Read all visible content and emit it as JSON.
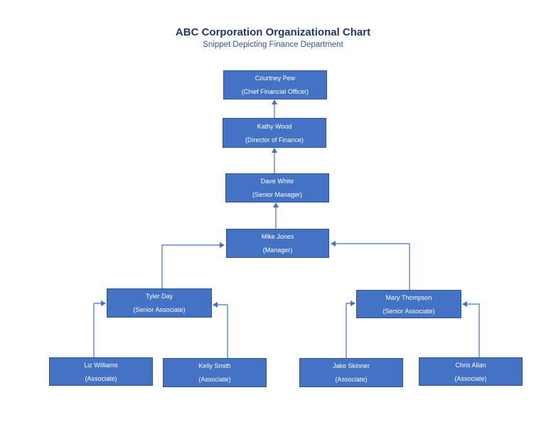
{
  "header": {
    "title": "ABC Corporation Organizational Chart",
    "subtitle": "Snippet Depicting Finance Department"
  },
  "colors": {
    "box_fill": "#4472c4",
    "box_border": "#2f528f",
    "connector": "#4472c4",
    "title": "#1f3864",
    "subtitle": "#2e5597"
  },
  "nodes": {
    "cfo": {
      "name": "Courtney Pew",
      "role": "(Chief Financial Officer)"
    },
    "director": {
      "name": "Kathy Wood",
      "role": "(Director of Finance)"
    },
    "senior_manager": {
      "name": "Dave White",
      "role": "(Senior Manager)"
    },
    "manager": {
      "name": "Mike Jones",
      "role": "(Manager)"
    },
    "tyler": {
      "name": "Tyler Day",
      "role": "(Senior Associate)"
    },
    "mary": {
      "name": "Mary Thompson",
      "role": "(Senior Associate)"
    },
    "liz": {
      "name": "Liz Williams",
      "role": "(Associate)"
    },
    "kelly": {
      "name": "Kelly Smith",
      "role": "(Associate)"
    },
    "jake": {
      "name": "Jake Skinner",
      "role": "(Associate)"
    },
    "chris": {
      "name": "Chris Allan",
      "role": "(Associate)"
    }
  },
  "edges": [
    {
      "from": "director",
      "to": "cfo"
    },
    {
      "from": "senior_manager",
      "to": "director"
    },
    {
      "from": "manager",
      "to": "senior_manager"
    },
    {
      "from": "tyler",
      "to": "manager"
    },
    {
      "from": "mary",
      "to": "manager"
    },
    {
      "from": "liz",
      "to": "tyler"
    },
    {
      "from": "kelly",
      "to": "tyler"
    },
    {
      "from": "jake",
      "to": "mary"
    },
    {
      "from": "chris",
      "to": "mary"
    }
  ]
}
